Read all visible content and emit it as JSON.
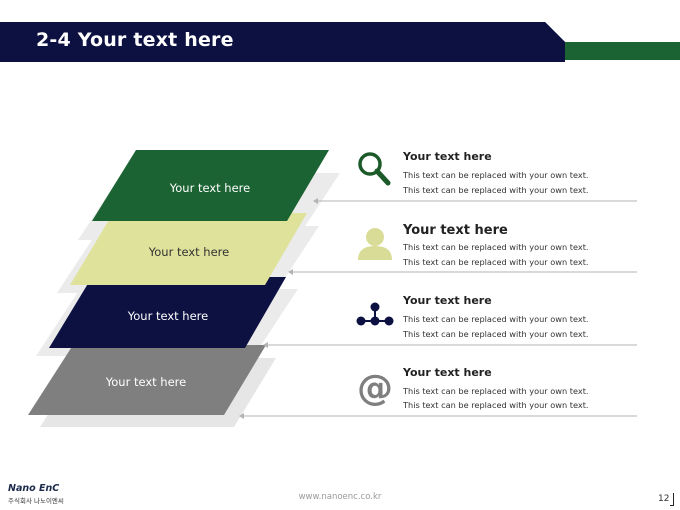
{
  "header": {
    "title": "2-4 Your text here"
  },
  "colors": {
    "navy": "#0d1141",
    "green": "#1c6333",
    "light_green": "#dfe29b",
    "gray": "#7f7f7f",
    "icon_green": "#1c5a2a",
    "icon_olive": "#d9dc96",
    "icon_navy": "#0d1141",
    "icon_gray": "#7f7f7f"
  },
  "layers": [
    {
      "label": "Your text here"
    },
    {
      "label": "Your text here"
    },
    {
      "label": "Your text here"
    },
    {
      "label": "Your text here"
    }
  ],
  "rows": [
    {
      "icon": "search-icon",
      "title": "Your text here",
      "line1": "This text can be replaced with your own text.",
      "line2": "This text can be replaced with your own text."
    },
    {
      "icon": "user-icon",
      "title": "Your text here",
      "line1": "This text can be replaced with your own text.",
      "line2": "This text can be replaced with your own text."
    },
    {
      "icon": "network-icon",
      "title": "Your text here",
      "line1": "This text can be replaced with your own text.",
      "line2": "This text can be replaced with your own text."
    },
    {
      "icon": "at-sign-icon",
      "title": "Your text here",
      "line1": "This text can be replaced with your own text.",
      "line2": "This text can be replaced with your own text."
    }
  ],
  "footer": {
    "url": "www.nanoenc.co.kr",
    "page": "12",
    "logo_name": "Nano EnC",
    "logo_sub": "주식회사 나노이엔씨"
  }
}
